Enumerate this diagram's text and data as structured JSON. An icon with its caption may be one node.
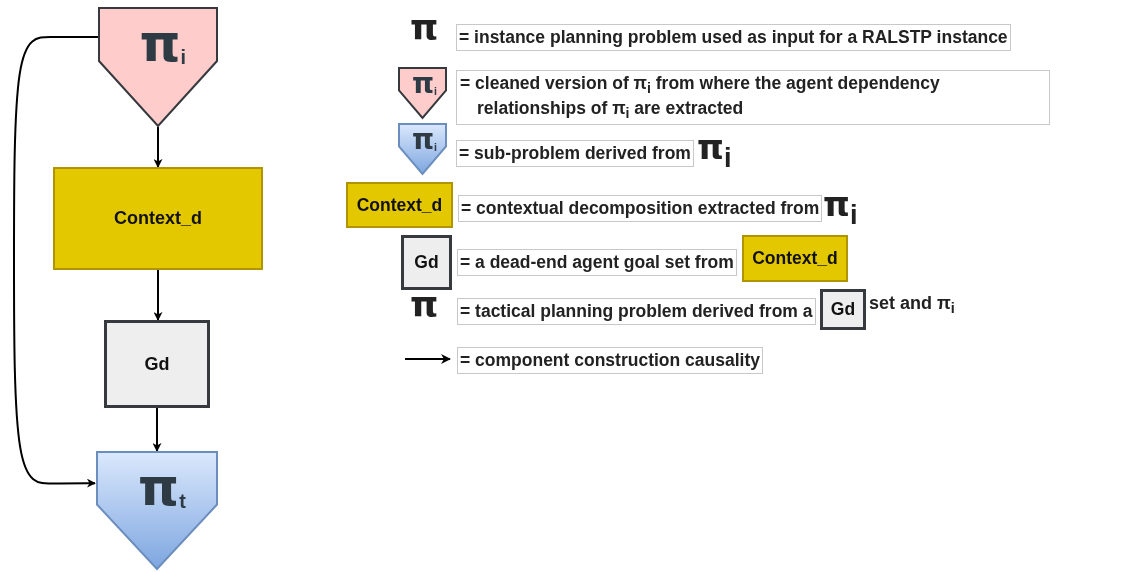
{
  "diagram": {
    "nodes": [
      {
        "text": [
          "π$_{i}$"
        ]
      },
      {
        "text": [
          "Context_d"
        ]
      },
      {
        "text": [
          "Gd"
        ]
      },
      {
        "text": [
          "π$_{t}$"
        ]
      },
      {
        "text": [
          "π$_{i}$"
        ]
      },
      {
        "text": [
          "π$_{i}$"
        ]
      },
      {
        "text": [
          "Context_d"
        ]
      },
      {
        "text": [
          "Gd"
        ]
      },
      {
        "text": [
          "Context_d"
        ]
      },
      {
        "text": [
          "Gd"
        ]
      }
    ],
    "edges": [
      {
        "from": 0,
        "to": 1,
        "arrow": "to"
      },
      {
        "from": 1,
        "to": 2,
        "arrow": "to"
      },
      {
        "from": 2,
        "to": 3,
        "arrow": "to"
      },
      {
        "from": 0,
        "to": 3,
        "arrow": "to"
      }
    ],
    "labels": [
      "π",
      "π$_{i}$",
      "π$_{i}$",
      "π",
      "set and π$_{i}$"
    ],
    "legend": [
      {
        "text": "= instance planning problem used as input for a RALSTP instance"
      },
      {
        "text": "= cleaned version of π$_{i}$ from where the agent dependency relationships of π$_{i}$ are extracted"
      },
      {
        "text": "= sub-problem derived from"
      },
      {
        "text": "= contextual decomposition extracted from"
      },
      {
        "text": "= a dead-end agent goal set from"
      },
      {
        "text": "= tactical planning problem derived from a"
      },
      {
        "text": "= component construction causality"
      }
    ]
  }
}
